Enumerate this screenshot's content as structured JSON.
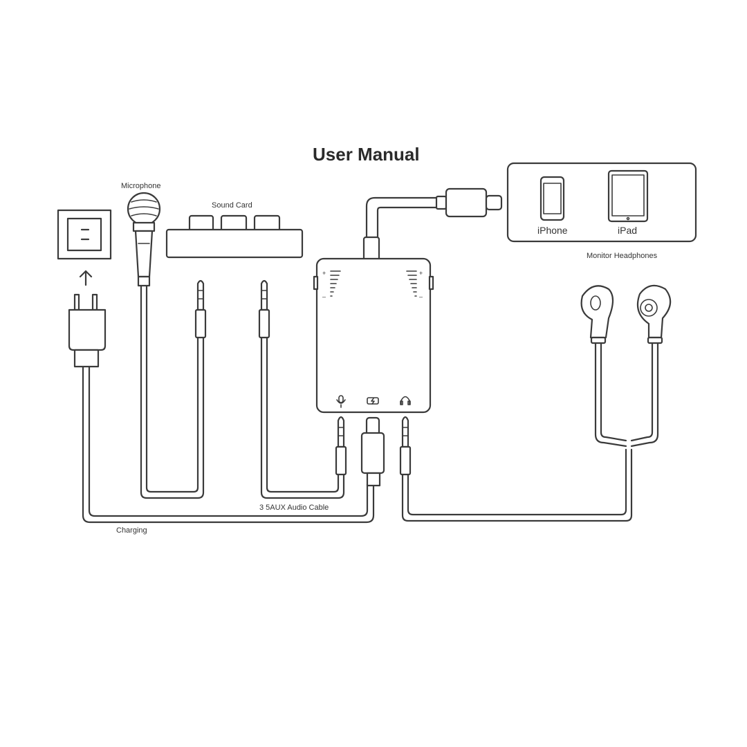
{
  "title": "User Manual",
  "labels": {
    "microphone": "Microphone",
    "sound_card": "Sound Card",
    "monitor_headphones": "Monitor Headphones",
    "audio_cable": "3 5AUX Audio Cable",
    "charging": "Charging"
  },
  "devices": {
    "iphone": "iPhone",
    "ipad": "iPad"
  },
  "icons": [
    "wall-socket-icon",
    "arrow-up-icon",
    "power-plug-icon",
    "microphone-icon",
    "sound-card-icon",
    "audio-interface-icon",
    "lightning-connector-icon",
    "iphone-icon",
    "ipad-icon",
    "earphones-icon",
    "aux-jack-icon",
    "mic-port-icon",
    "battery-port-icon",
    "headphone-port-icon"
  ]
}
